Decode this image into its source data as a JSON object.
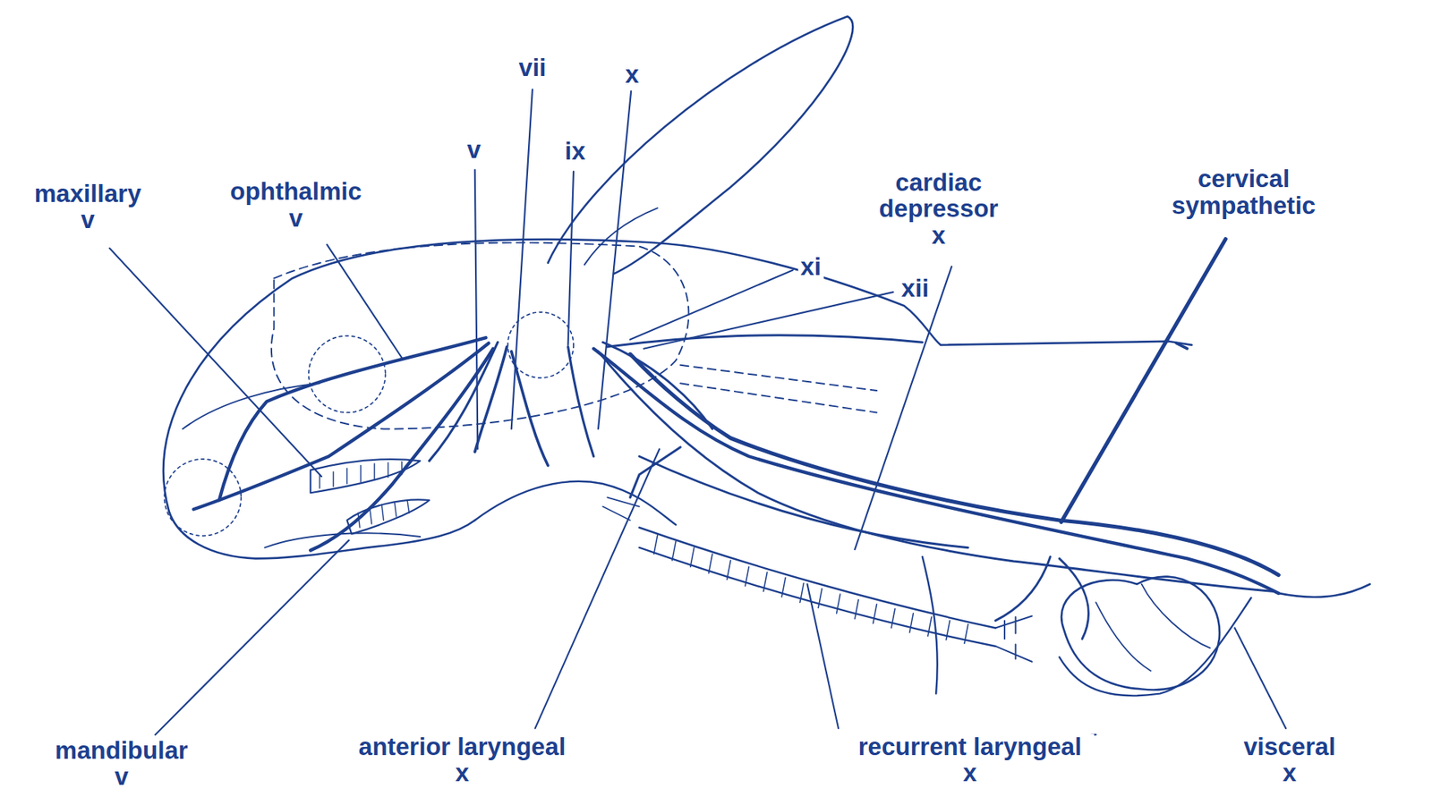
{
  "diagram": {
    "labels": [
      "vii",
      "x",
      "v",
      "ix",
      "maxillary v",
      "ophthalmic v",
      "cardiac depressor x",
      "cervical sympathetic",
      "xi",
      "xii",
      "mandibular v",
      "anterior laryngeal x",
      "recurrent laryngeal x",
      "visceral x"
    ]
  }
}
